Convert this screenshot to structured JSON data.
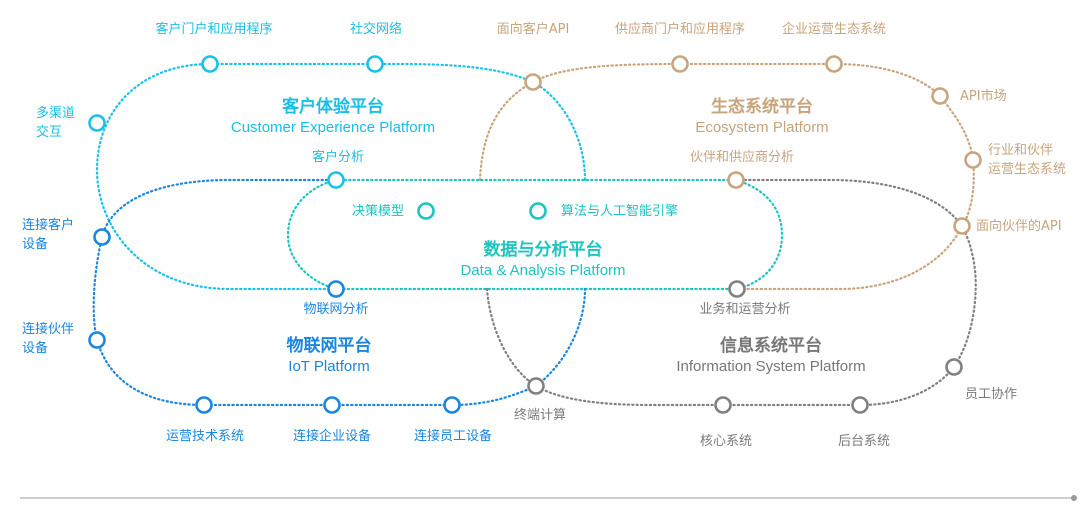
{
  "colors": {
    "customer": "#19c2ea",
    "ecosystem": "#c9a57d",
    "data": "#1cc4c2",
    "iot": "#1a86e0",
    "info": "#808080",
    "axis": "#bdbdbd"
  },
  "platforms": {
    "customer": {
      "zh": "客户体验平台",
      "en": "Customer Experience Platform"
    },
    "ecosystem": {
      "zh": "生态系统平台",
      "en": "Ecosystem Platform"
    },
    "data": {
      "zh": "数据与分析平台",
      "en": "Data & Analysis Platform"
    },
    "iot": {
      "zh": "物联网平台",
      "en": "IoT Platform"
    },
    "info": {
      "zh": "信息系统平台",
      "en": "Information System Platform"
    }
  },
  "nodes": {
    "customer_portal": "客户门户和应用程序",
    "social_network": "社交网络",
    "multichannel_line1": "多渠道",
    "multichannel_line2": "交互",
    "customer_api": "面向客户API",
    "supplier_portal": "供应商门户和应用程序",
    "enterprise_ecosystem": "企业运营生态系统",
    "api_market": "API市场",
    "industry_line1": "行业和伙伴",
    "industry_line2": "运营生态系统",
    "customer_analysis": "客户分析",
    "partner_analysis": "伙伴和供应商分析",
    "decision_model": "决策模型",
    "ai_engine": "算法与人工智能引擎",
    "connect_customer_line1": "连接客户",
    "connect_customer_line2": "设备",
    "partner_api": "面向伙伴的API",
    "connect_partner_line1": "连接伙伴",
    "connect_partner_line2": "设备",
    "iot_analysis": "物联网分析",
    "business_analysis": "业务和运营分析",
    "edge_computing": "终端计算",
    "employee_collab": "员工协作",
    "ot_systems": "运营技术系统",
    "connect_enterprise": "连接企业设备",
    "connect_employee": "连接员工设备",
    "core_systems": "核心系统",
    "backend_systems": "后台系统"
  }
}
